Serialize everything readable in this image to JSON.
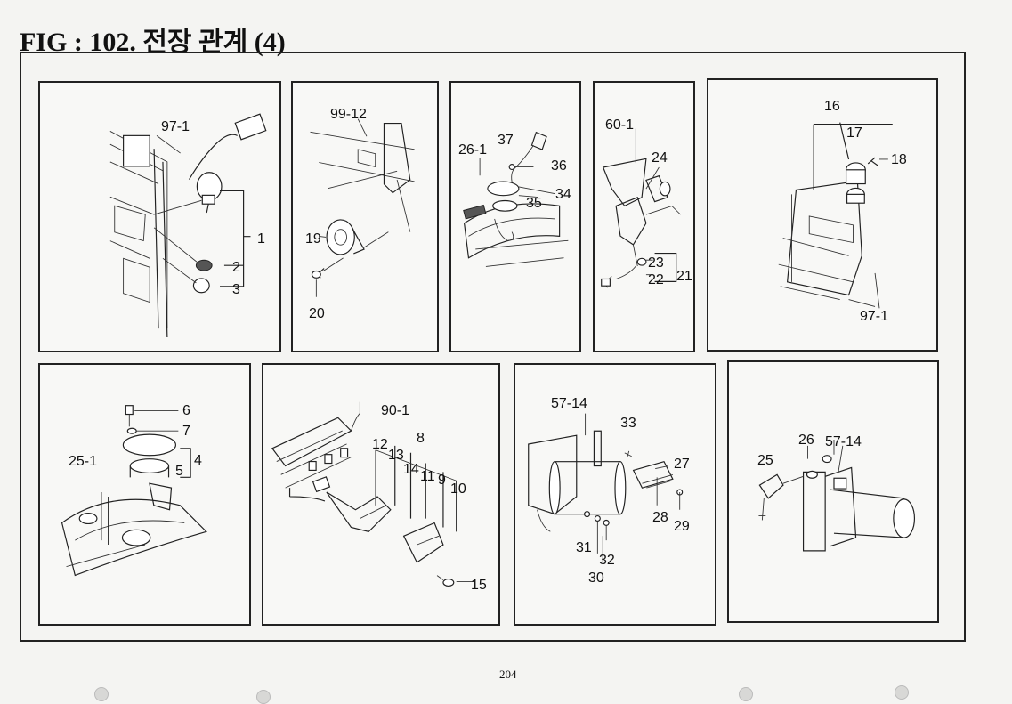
{
  "page": {
    "title": "FIG : 102.  전장 관계 (4)",
    "page_number": "204"
  },
  "panels": {
    "p1": {
      "labels": [
        "97-1",
        "1",
        "2",
        "3"
      ]
    },
    "p2": {
      "labels": [
        "99-12",
        "19",
        "20"
      ]
    },
    "p3": {
      "labels": [
        "37",
        "26-1",
        "36",
        "34",
        "35"
      ]
    },
    "p4": {
      "labels": [
        "60-1",
        "24",
        "23",
        "21",
        "22"
      ]
    },
    "p5": {
      "labels": [
        "16",
        "17",
        "18",
        "97-1"
      ]
    },
    "p6": {
      "labels": [
        "6",
        "7",
        "25-1",
        "4",
        "5"
      ]
    },
    "p7": {
      "labels": [
        "90-1",
        "8",
        "12",
        "13",
        "14",
        "11",
        "9",
        "10",
        "15"
      ]
    },
    "p8": {
      "labels": [
        "57-14",
        "33",
        "27",
        "28",
        "29",
        "31",
        "32",
        "30"
      ]
    },
    "p9": {
      "labels": [
        "26",
        "57-14",
        "25"
      ]
    }
  }
}
